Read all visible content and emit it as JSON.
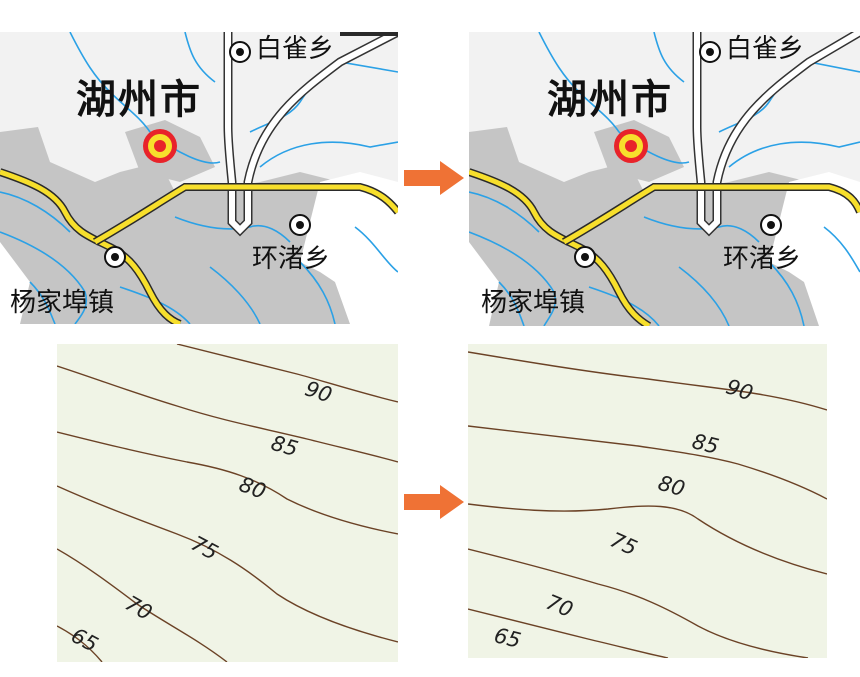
{
  "colors": {
    "road": "#f7df2c",
    "road_casing": "#2a2a2a",
    "river": "#2ba1e6",
    "urban": "#c5c5c5",
    "land": "#f2f2f2",
    "contour": "#6b4226",
    "contour_bg": "#f0f4e6",
    "arrow": "#ef7235",
    "city_symbol_outer": "#e8232a",
    "city_symbol_inner": "#f7df2c"
  },
  "maps": {
    "before": {
      "city": "湖州市",
      "towns": [
        "白雀乡",
        "环渚乡",
        "杨家埠镇"
      ]
    },
    "after": {
      "city": "湖州市",
      "towns": [
        "白雀乡",
        "环渚乡",
        "杨家埠镇"
      ]
    }
  },
  "contours": {
    "before": {
      "labels": [
        "90",
        "85",
        "80",
        "75",
        "70",
        "65"
      ]
    },
    "after": {
      "labels": [
        "90",
        "85",
        "80",
        "75",
        "70",
        "65"
      ]
    }
  },
  "icons": {
    "arrow": "right-arrow-icon",
    "city": "city-symbol-icon",
    "town": "town-dot-icon"
  }
}
